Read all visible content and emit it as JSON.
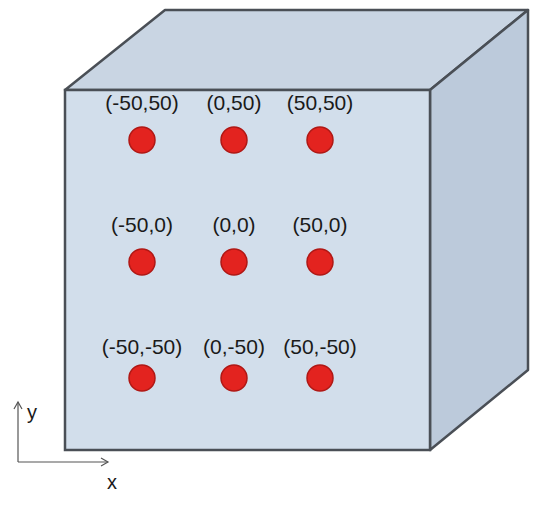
{
  "diagram": {
    "labels": [
      "(-50,50)",
      "(0,50)",
      "(50,50)",
      "(-50,0)",
      "(0,0)",
      "(50,0)",
      "(-50,-50)",
      "(0,-50)",
      "(50,-50)",
      "y",
      "x"
    ]
  }
}
